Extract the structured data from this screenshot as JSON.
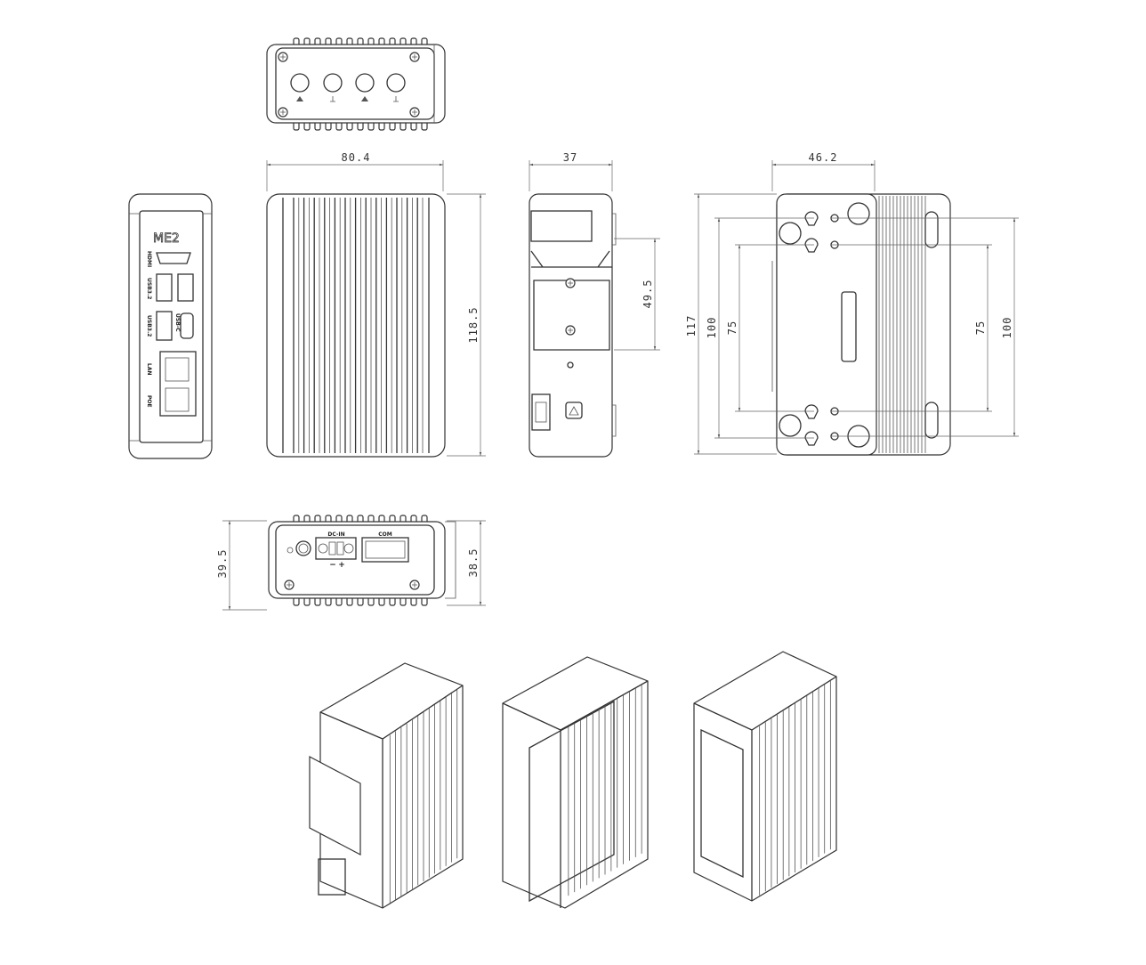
{
  "dimensions": {
    "side_width": "80.4",
    "side_height": "118.5",
    "rail_width": "37",
    "rail_height": "49.5",
    "back_width": "46.2",
    "back_height": "117",
    "back_hole_outer_left": "100",
    "back_hole_inner_left": "75",
    "back_hole_inner_right": "75",
    "back_hole_outer_right": "100",
    "bottom_depth_total": "39.5",
    "bottom_depth_body": "38.5"
  },
  "front_panel": {
    "logo": "ME2",
    "hdmi": "HDMI",
    "usb_a_1": "USB3.2",
    "usb_a_2": "USB3.2",
    "usb_c": "USB-C",
    "lan": "LAN",
    "poe": "POE"
  },
  "bottom_panel": {
    "power_in": "DC-IN",
    "com": "COM",
    "minus": "−",
    "plus": "+"
  }
}
